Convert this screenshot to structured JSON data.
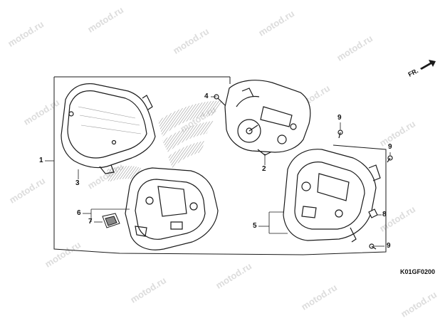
{
  "watermark": {
    "text": "motod.ru",
    "color": "#dcdcdc"
  },
  "figure_code": "K01GF0200",
  "direction_label": "FR.",
  "callouts": [
    {
      "id": "1",
      "label": "1"
    },
    {
      "id": "2",
      "label": "2"
    },
    {
      "id": "3",
      "label": "3"
    },
    {
      "id": "4",
      "label": "4"
    },
    {
      "id": "5",
      "label": "5"
    },
    {
      "id": "6",
      "label": "6"
    },
    {
      "id": "7",
      "label": "7"
    },
    {
      "id": "8",
      "label": "8"
    },
    {
      "id": "9a",
      "label": "9"
    },
    {
      "id": "9b",
      "label": "9"
    },
    {
      "id": "9c",
      "label": "9"
    }
  ],
  "colors": {
    "line": "#1a1a1a",
    "hatch": "#9a9a9a"
  }
}
